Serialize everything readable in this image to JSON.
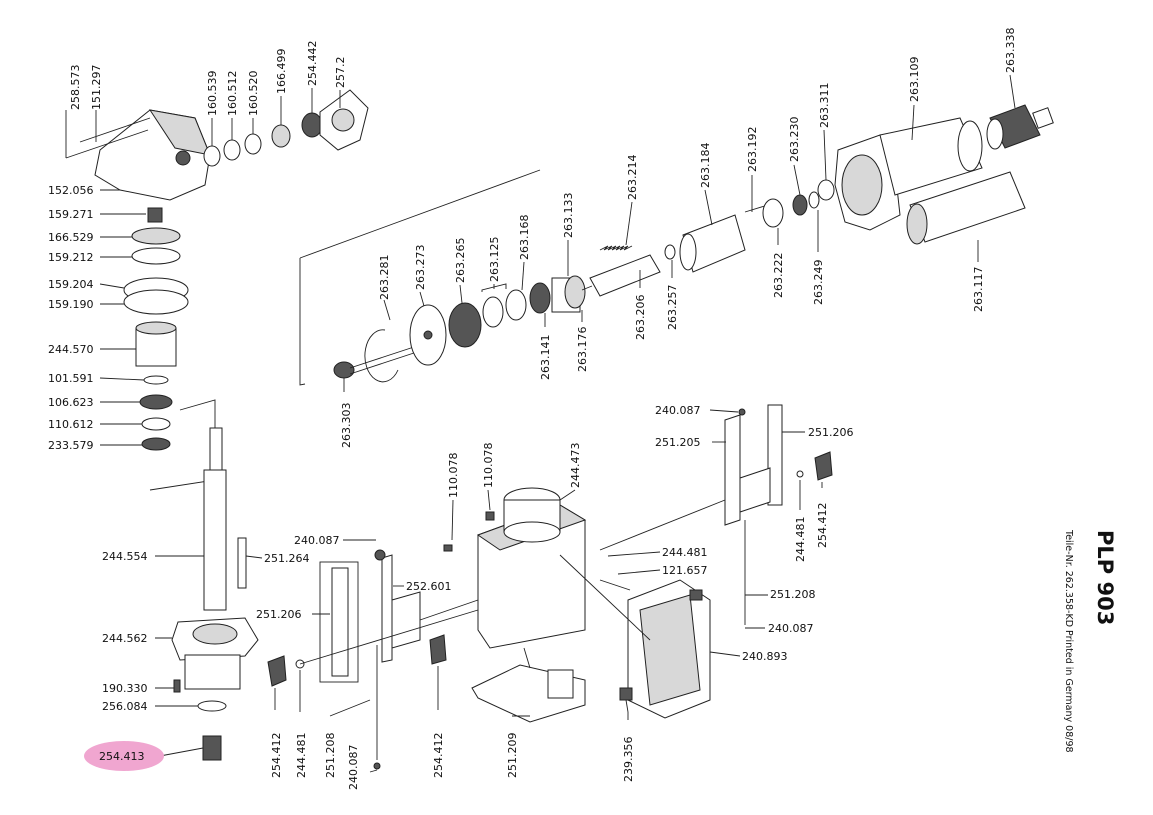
{
  "model": "PLP 903",
  "footer": "Teile-Nr. 262.358-KD Printed in Germany 08/98",
  "highlight_color": "#f0a6d0",
  "labels_left": {
    "l258_573": "258.573",
    "l151_297": "151.297",
    "l160_539": "160.539",
    "l160_512": "160.512",
    "l160_520": "160.520",
    "l166_499": "166.499",
    "l254_442": "254.442",
    "l257_x": "257.2",
    "l152_056": "152.056",
    "l159_271": "159.271",
    "l166_529": "166.529",
    "l159_212": "159.212",
    "l159_204": "159.204",
    "l159_190": "159.190",
    "l244_570": "244.570",
    "l101_591": "101.591",
    "l106_623": "106.623",
    "l110_612": "110.612",
    "l233_579": "233.579",
    "l244_554": "244.554",
    "l251_264": "251.264",
    "l244_562": "244.562",
    "l190_330": "190.330",
    "l256_084": "256.084",
    "l254_413": "254.413"
  },
  "labels_motor": {
    "l263_303": "263.303",
    "l263_281": "263.281",
    "l263_273": "263.273",
    "l263_265": "263.265",
    "l263_125": "263.125",
    "l263_168": "263.168",
    "l263_133": "263.133",
    "l263_141": "263.141",
    "l263_176": "263.176",
    "l263_214": "263.214",
    "l263_206": "263.206",
    "l263_257": "263.257",
    "l263_184": "263.184",
    "l263_192": "263.192",
    "l263_222": "263.222",
    "l263_230": "263.230",
    "l263_249": "263.249",
    "l263_311": "263.311",
    "l263_109": "263.109",
    "l263_117": "263.117",
    "l263_338": "263.338"
  },
  "labels_base": {
    "l240_087_a": "240.087",
    "l251_206_a": "251.206",
    "l252_601": "252.601",
    "l254_412_a": "254.412",
    "l244_481_a": "244.481",
    "l251_208_a": "251.208",
    "l240_087_b": "240.087",
    "l254_412_b": "254.412",
    "l110_078_a": "110.078",
    "l110_078_b": "110.078",
    "l244_473": "244.473",
    "l251_209": "251.209",
    "l239_356": "239.356",
    "l244_481_b": "244.481",
    "l121_657": "121.657",
    "l240_893": "240.893",
    "l240_087_c": "240.087",
    "l251_205": "251.205",
    "l251_206_b": "251.206",
    "l244_481_c": "244.481",
    "l254_412_c": "254.412",
    "l251_208_b": "251.208",
    "l240_087_d": "240.087"
  }
}
